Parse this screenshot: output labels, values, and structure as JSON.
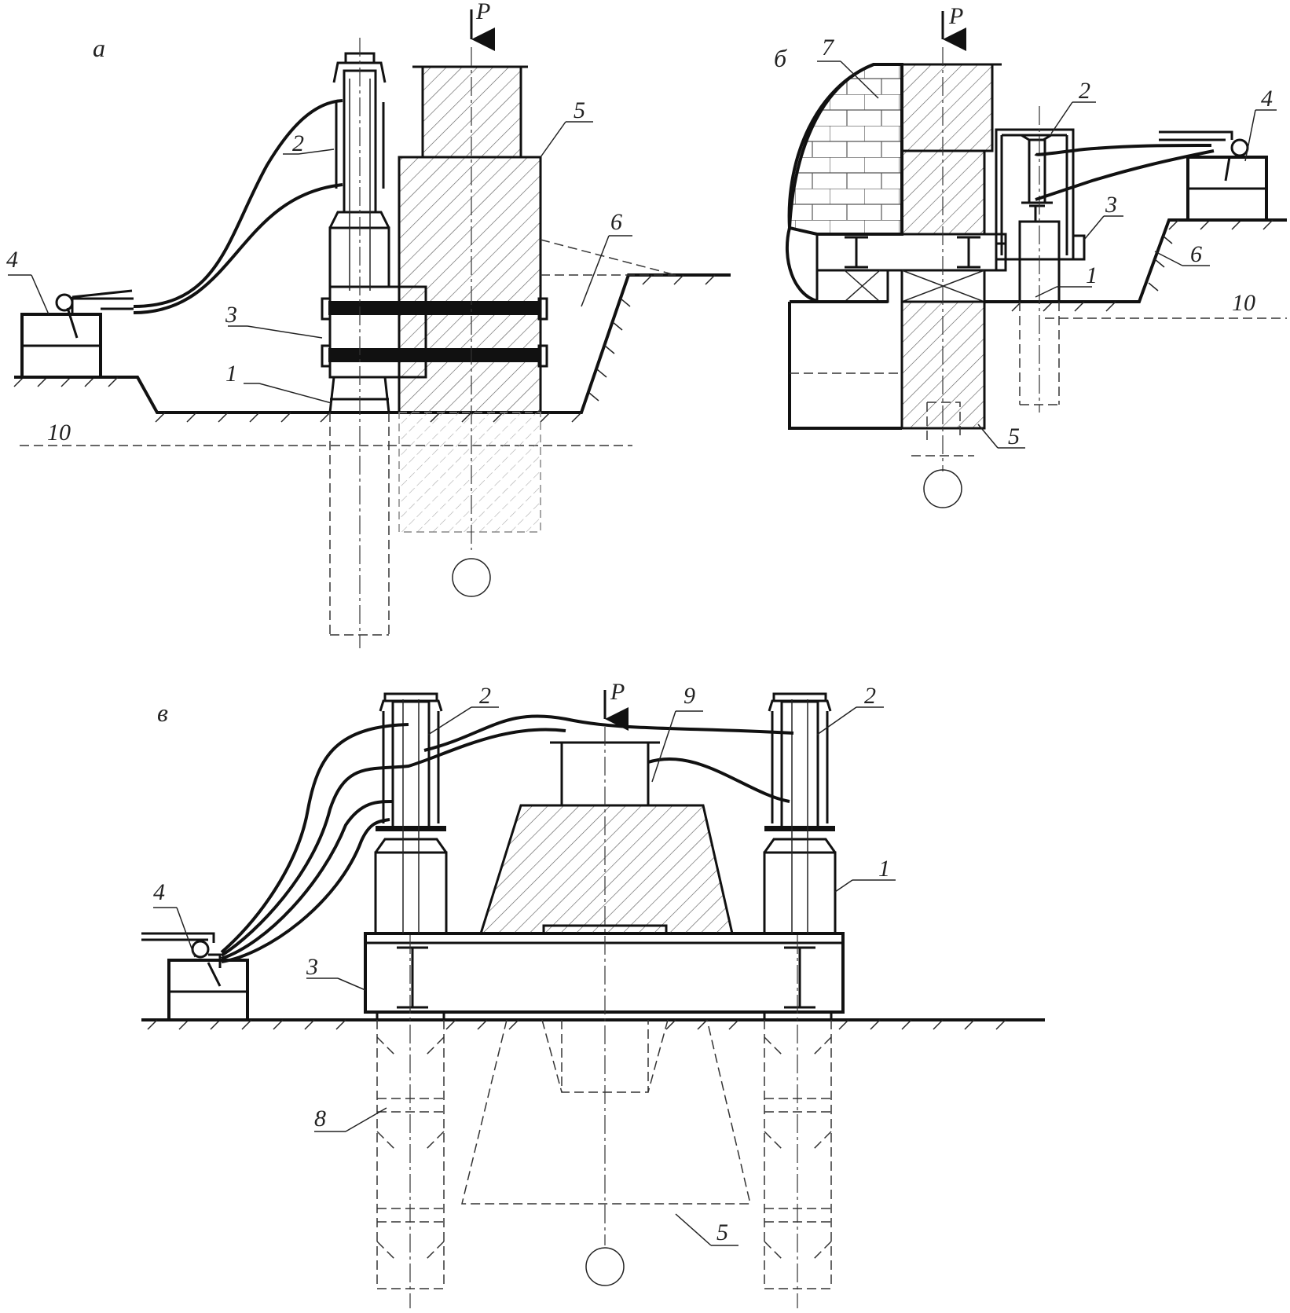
{
  "panels": [
    {
      "id": "a",
      "letter": "а"
    },
    {
      "id": "b",
      "letter": "б"
    },
    {
      "id": "v",
      "letter": "в"
    }
  ],
  "load_label": "P",
  "callouts": {
    "a": [
      "1",
      "2",
      "3",
      "4",
      "5",
      "6",
      "10"
    ],
    "b": [
      "1",
      "2",
      "3",
      "4",
      "5",
      "6",
      "7",
      "10"
    ],
    "v": [
      "1",
      "2",
      "2",
      "3",
      "4",
      "5",
      "8",
      "9"
    ]
  }
}
